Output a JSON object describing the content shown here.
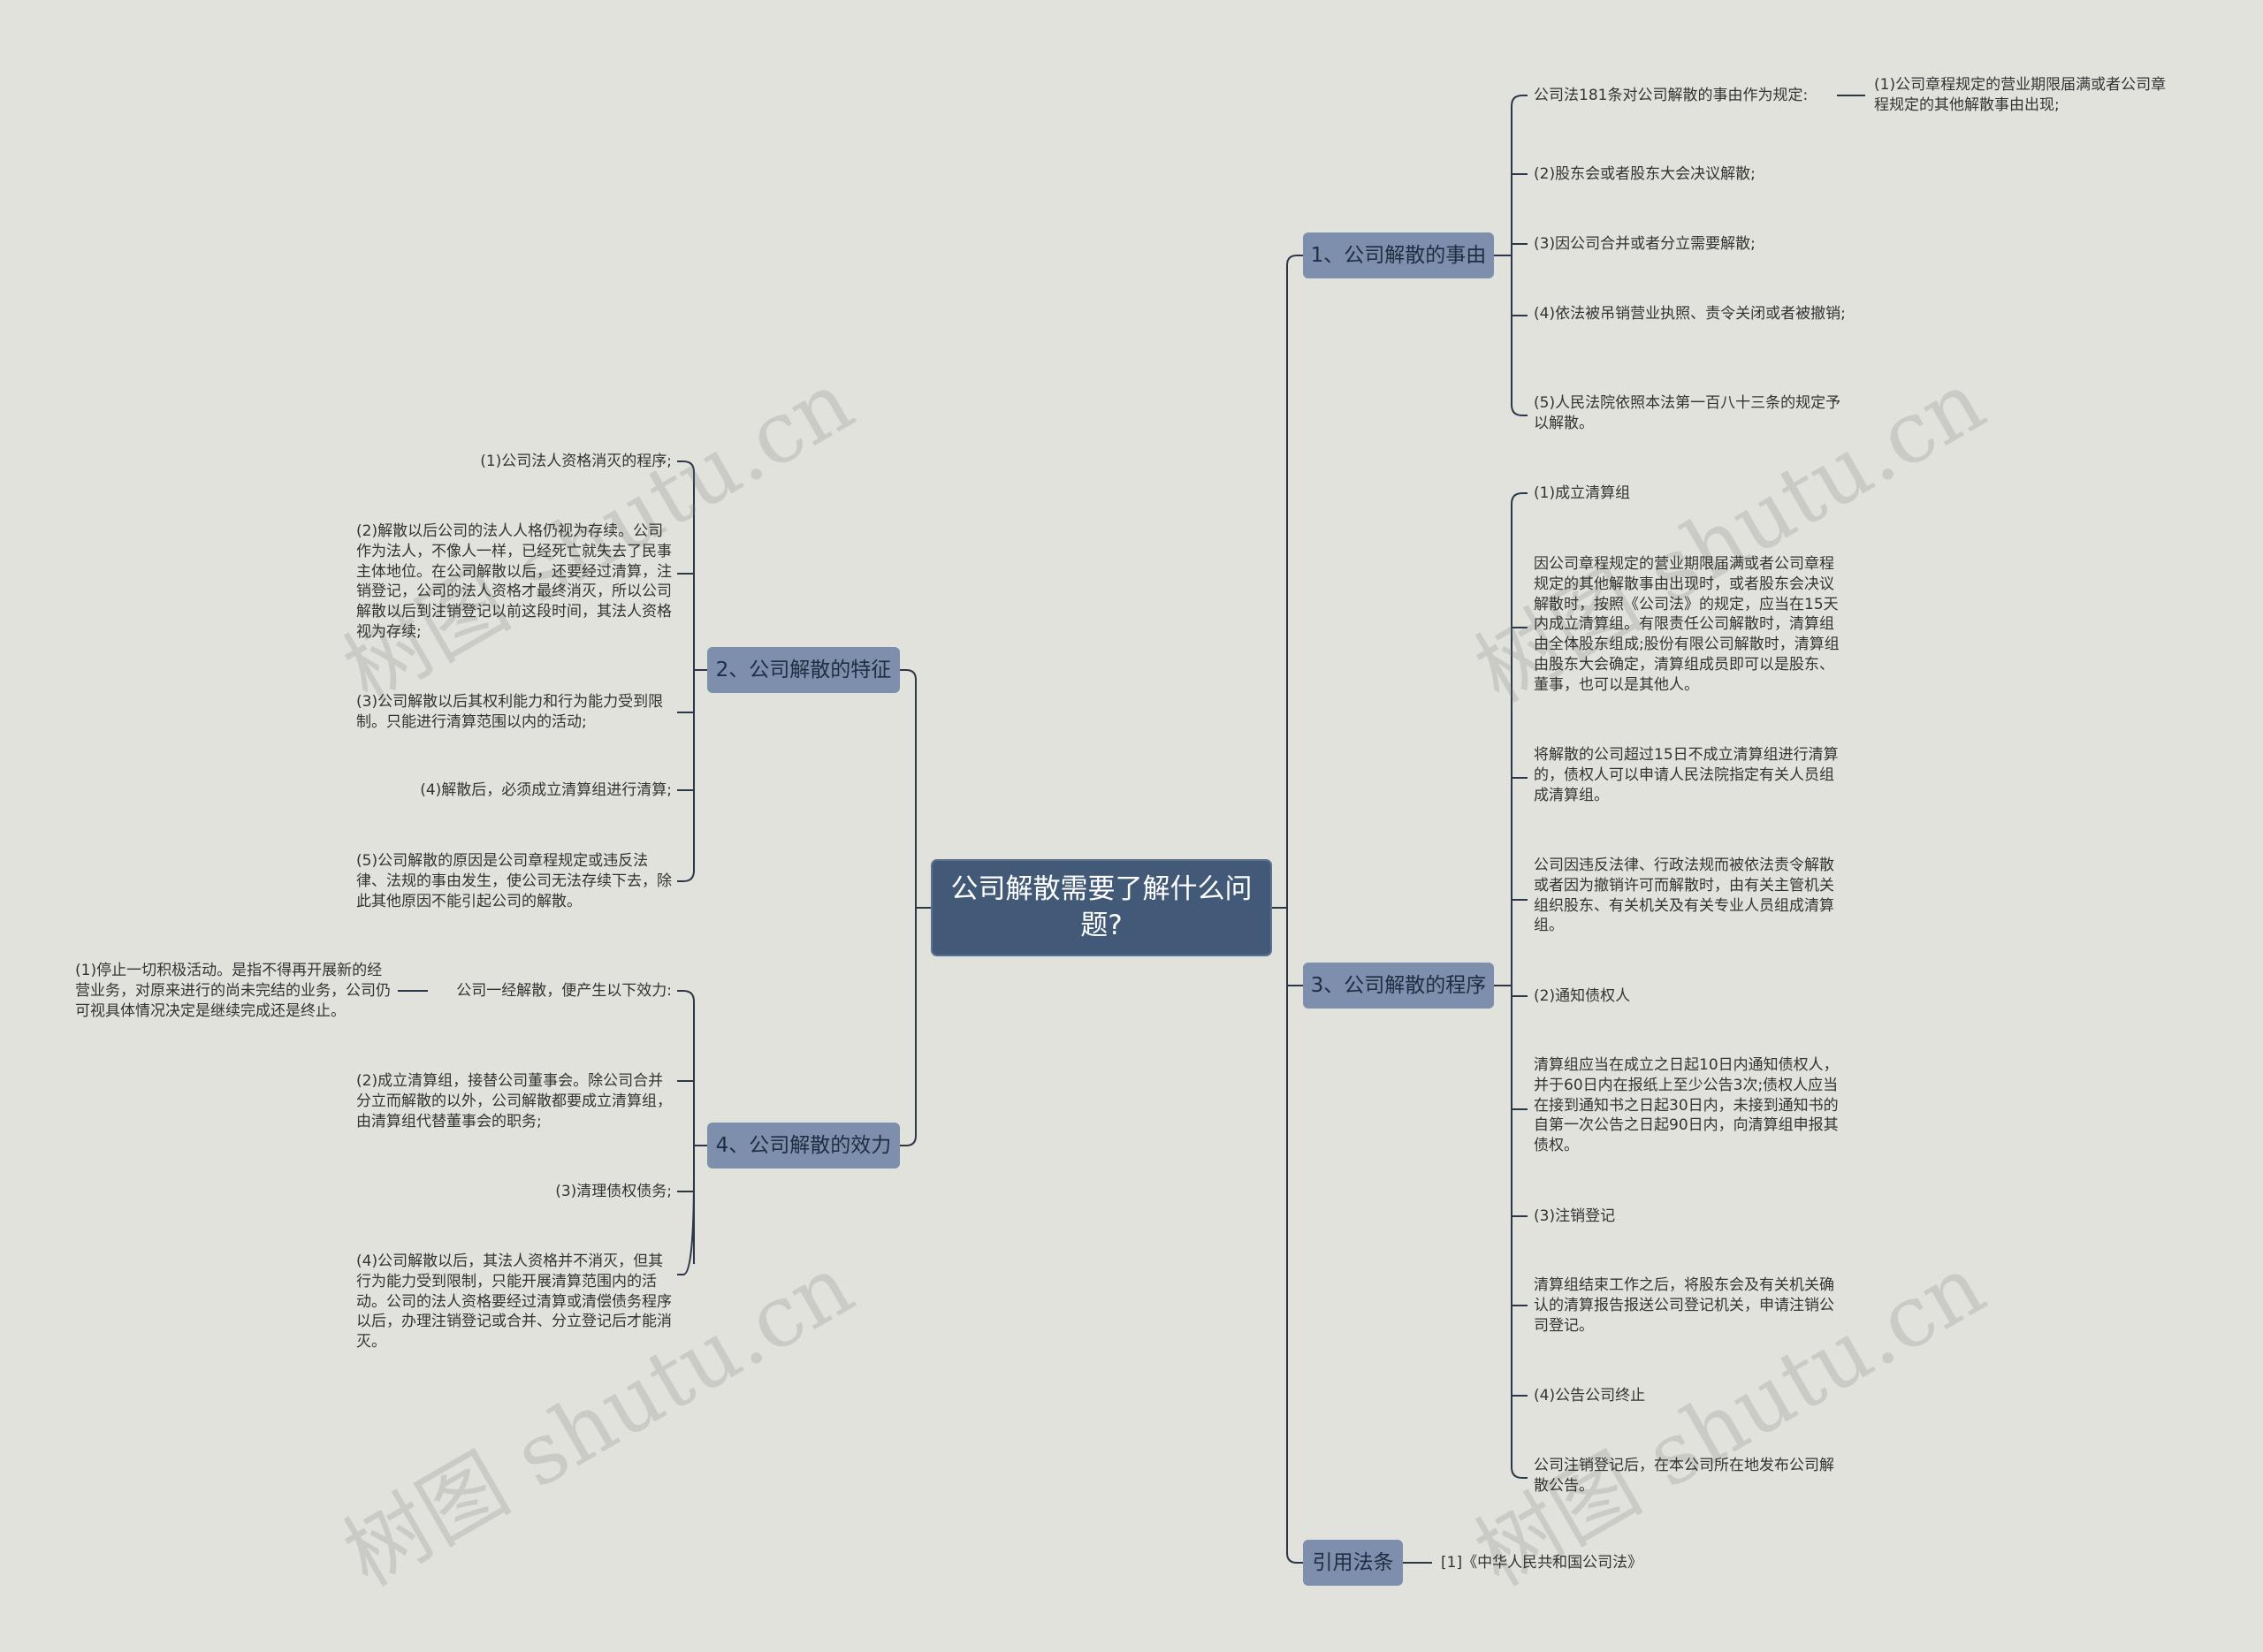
{
  "root": "公司解散需要了解什么问题?",
  "branches": {
    "b1": "1、公司解散的事由",
    "b2": "2、公司解散的特征",
    "b3": "3、公司解散的程序",
    "b4": "4、公司解散的效力",
    "b5": "引用法条"
  },
  "b1_items": {
    "i1": "公司法181条对公司解散的事由作为规定:",
    "i1a": "(1)公司章程规定的营业期限届满或者公司章程规定的其他解散事由出现;",
    "i2": "(2)股东会或者股东大会决议解散;",
    "i3": "(3)因公司合并或者分立需要解散;",
    "i4": "(4)依法被吊销营业执照、责令关闭或者被撤销;",
    "i5": "(5)人民法院依照本法第一百八十三条的规定予以解散。"
  },
  "b2_items": {
    "i1": "(1)公司法人资格消灭的程序;",
    "i2": "(2)解散以后公司的法人人格仍视为存续。公司作为法人，不像人一样，已经死亡就失去了民事主体地位。在公司解散以后，还要经过清算，注销登记，公司的法人资格才最终消灭，所以公司解散以后到注销登记以前这段时间，其法人资格视为存续;",
    "i3": "(3)公司解散以后其权利能力和行为能力受到限制。只能进行清算范围以内的活动;",
    "i4": "(4)解散后，必须成立清算组进行清算;",
    "i5": "(5)公司解散的原因是公司章程规定或违反法律、法规的事由发生，使公司无法存续下去，除此其他原因不能引起公司的解散。"
  },
  "b3_items": {
    "i1": "(1)成立清算组",
    "i2": "因公司章程规定的营业期限届满或者公司章程规定的其他解散事由出现时，或者股东会决议解散时，按照《公司法》的规定，应当在15天内成立清算组。有限责任公司解散时，清算组由全体股东组成;股份有限公司解散时，清算组由股东大会确定，清算组成员即可以是股东、董事，也可以是其他人。",
    "i3": "将解散的公司超过15日不成立清算组进行清算的，债权人可以申请人民法院指定有关人员组成清算组。",
    "i4": "公司因违反法律、行政法规而被依法责令解散或者因为撤销许可而解散时，由有关主管机关组织股东、有关机关及有关专业人员组成清算组。",
    "i5": "(2)通知债权人",
    "i6": "清算组应当在成立之日起10日内通知债权人，并于60日内在报纸上至少公告3次;债权人应当在接到通知书之日起30日内，未接到通知书的自第一次公告之日起90日内，向清算组申报其债权。",
    "i7": "(3)注销登记",
    "i8": "清算组结束工作之后，将股东会及有关机关确认的清算报告报送公司登记机关，申请注销公司登记。",
    "i9": "(4)公告公司终止",
    "i10": "公司注销登记后，在本公司所在地发布公司解散公告。"
  },
  "b4_items": {
    "i1": "公司一经解散，便产生以下效力:",
    "i1a": "(1)停止一切积极活动。是指不得再开展新的经营业务，对原来进行的尚未完结的业务，公司仍可视具体情况决定是继续完成还是终止。",
    "i2": "(2)成立清算组，接替公司董事会。除公司合并分立而解散的以外，公司解散都要成立清算组，由清算组代替董事会的职务;",
    "i3": "(3)清理债权债务;",
    "i4": "(4)公司解散以后，其法人资格并不消灭，但其行为能力受到限制，只能开展清算范围内的活动。公司的法人资格要经过清算或清偿债务程序以后，办理注销登记或合并、分立登记后才能消灭。"
  },
  "b5_items": {
    "i1": "[1]《中华人民共和国公司法》"
  },
  "watermark": "树图 shutu.cn",
  "colors": {
    "background": "#e2e2dd",
    "root_fill": "#425a78",
    "branch_fill": "#7d8fad",
    "line": "#2f3a4a"
  }
}
